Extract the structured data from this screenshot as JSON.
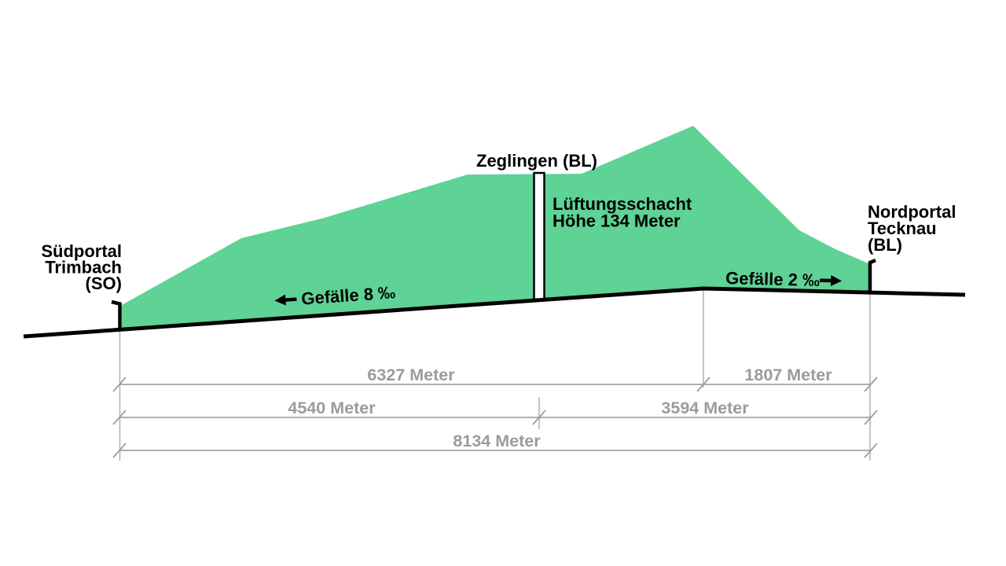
{
  "diagram_type": "tunnel-longitudinal-profile",
  "portals": {
    "south": {
      "lines": [
        "Südportal",
        "Trimbach",
        "(SO)"
      ]
    },
    "north": {
      "lines": [
        "Nordportal",
        "Tecknau",
        "(BL)"
      ]
    }
  },
  "shaft": {
    "town": "Zeglingen (BL)",
    "lines": [
      "Lüftungsschacht",
      "Höhe 134 Meter"
    ]
  },
  "gradients": {
    "left": "Gefälle 8 ‰",
    "right": "Gefälle 2 ‰"
  },
  "dimensions": {
    "row1": [
      {
        "label": "6327 Meter"
      },
      {
        "label": "1807 Meter"
      }
    ],
    "row2": [
      {
        "label": "4540 Meter"
      },
      {
        "label": "3594 Meter"
      }
    ],
    "row3": [
      {
        "label": "8134 Meter"
      }
    ]
  },
  "colors": {
    "mountain": "#5fd296",
    "outline": "#000000",
    "dimension_text": "#9b9b9b",
    "dimension_line": "#a2a2a2"
  }
}
